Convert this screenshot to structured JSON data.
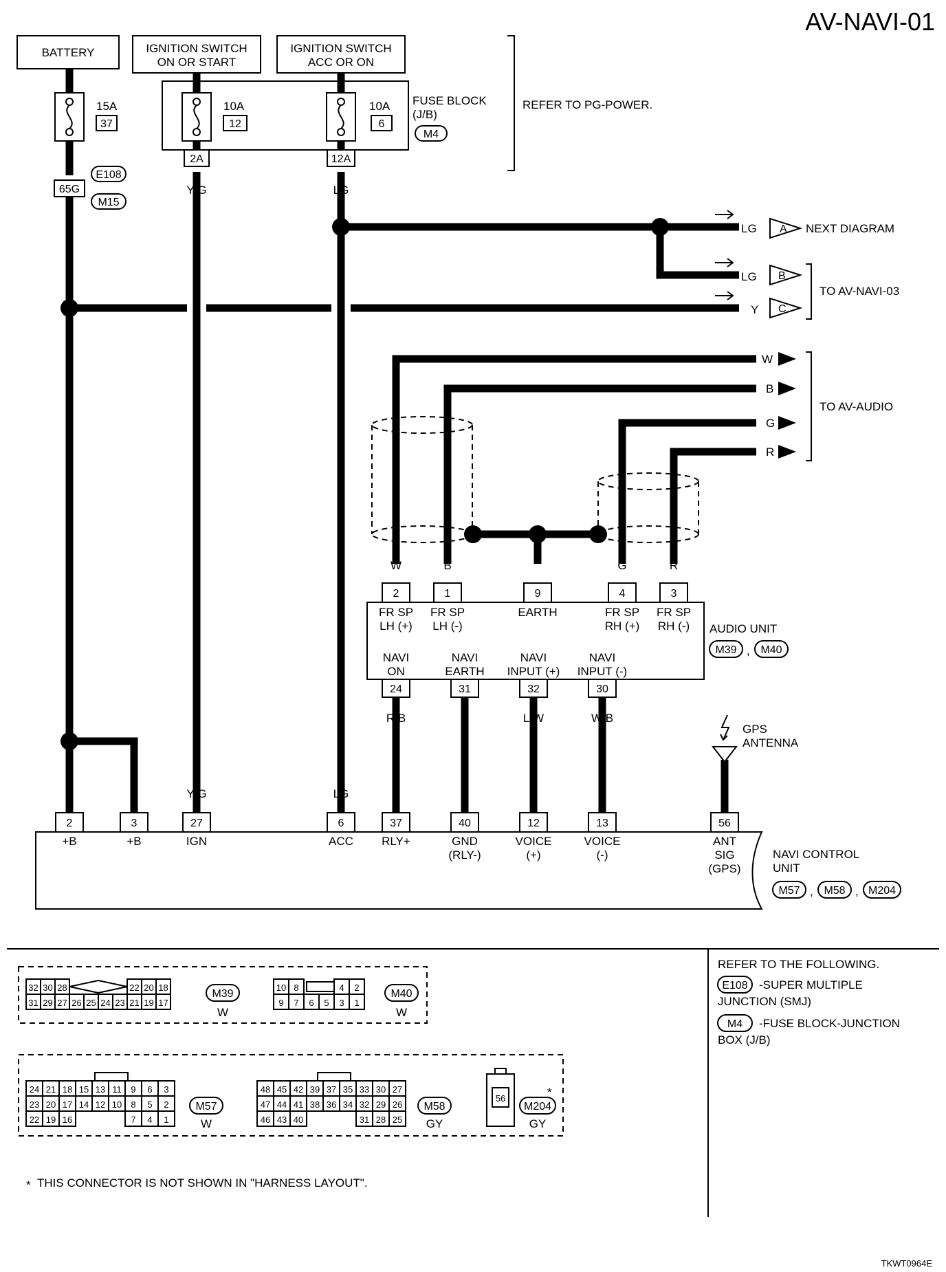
{
  "header": {
    "title": "AV-NAVI-01"
  },
  "power": {
    "battery": "BATTERY",
    "ign_on_1": "IGNITION SWITCH",
    "ign_on_2": "ON OR START",
    "ign_acc_1": "IGNITION SWITCH",
    "ign_acc_2": "ACC OR ON",
    "refer": "REFER TO PG-POWER."
  },
  "fuses": [
    {
      "amps": "15A",
      "num": "37"
    },
    {
      "amps": "10A",
      "num": "12"
    },
    {
      "amps": "10A",
      "num": "6"
    }
  ],
  "fuse_block": {
    "line1": "FUSE BLOCK",
    "line2": "(J/B)",
    "conn": "M4",
    "term_ign": "2A",
    "term_acc": "12A"
  },
  "smj": {
    "conn_a": "E108",
    "conn_b": "M15",
    "term": "65G"
  },
  "wires": {
    "y": "Y",
    "yg": "Y/G",
    "lg": "LG",
    "w": "W",
    "b": "B",
    "g": "G",
    "r": "R",
    "rb": "R/B",
    "lw": "L/W",
    "wb": "W/B"
  },
  "refs": {
    "a": "A",
    "b": "B",
    "c": "C",
    "next_diagram": "NEXT DIAGRAM",
    "to_navi03": "TO AV-NAVI-03",
    "to_audio": "TO AV-AUDIO"
  },
  "audio_unit": {
    "label": "AUDIO UNIT",
    "conn_1": "M39",
    "sep": ",",
    "conn_2": "M40",
    "top_terms": [
      {
        "num": "2",
        "l1": "FR SP",
        "l2": "LH (+)"
      },
      {
        "num": "1",
        "l1": "FR SP",
        "l2": "LH (-)"
      },
      {
        "num": "9",
        "l1": "EARTH",
        "l2": ""
      },
      {
        "num": "4",
        "l1": "FR SP",
        "l2": "RH (+)"
      },
      {
        "num": "3",
        "l1": "FR SP",
        "l2": "RH (-)"
      }
    ],
    "bottom_terms": [
      {
        "num": "24",
        "l1": "NAVI",
        "l2": "ON"
      },
      {
        "num": "31",
        "l1": "NAVI",
        "l2": "EARTH"
      },
      {
        "num": "32",
        "l1": "NAVI",
        "l2": "INPUT (+)"
      },
      {
        "num": "30",
        "l1": "NAVI",
        "l2": "INPUT (-)"
      }
    ]
  },
  "gps": {
    "line1": "GPS",
    "line2": "ANTENNA"
  },
  "navi_unit": {
    "label_1": "NAVI CONTROL",
    "label_2": "UNIT",
    "conn_1": "M57",
    "conn_2": "M58",
    "conn_3": "M204",
    "sep": ",",
    "terms": [
      {
        "num": "2",
        "l1": "+B",
        "l2": "",
        "l3": ""
      },
      {
        "num": "3",
        "l1": "+B",
        "l2": "",
        "l3": ""
      },
      {
        "num": "27",
        "l1": "IGN",
        "l2": "",
        "l3": ""
      },
      {
        "num": "6",
        "l1": "ACC",
        "l2": "",
        "l3": ""
      },
      {
        "num": "37",
        "l1": "RLY+",
        "l2": "",
        "l3": ""
      },
      {
        "num": "40",
        "l1": "GND",
        "l2": "(RLY-)",
        "l3": ""
      },
      {
        "num": "12",
        "l1": "VOICE",
        "l2": "(+)",
        "l3": ""
      },
      {
        "num": "13",
        "l1": "VOICE",
        "l2": "(-)",
        "l3": ""
      },
      {
        "num": "56",
        "l1": "ANT",
        "l2": "SIG",
        "l3": "(GPS)"
      }
    ]
  },
  "legend": {
    "refer_following": "REFER TO THE FOLLOWING.",
    "e108": "E108",
    "e108_desc_1": "-SUPER MULTIPLE",
    "e108_desc_2": "JUNCTION (SMJ)",
    "m4": "M4",
    "m4_desc_1": "-FUSE BLOCK-JUNCTION",
    "m4_desc_2": "BOX (J/B)",
    "note": "THIS CONNECTOR IS NOT SHOWN IN \"HARNESS LAYOUT\".",
    "star": "*",
    "code": "TKWT0964E"
  },
  "connectors": {
    "m39": {
      "name": "M39",
      "color": "W",
      "row1": [
        "32",
        "30",
        "28",
        "",
        "",
        "",
        "",
        "22",
        "20",
        "18"
      ],
      "row2": [
        "31",
        "29",
        "27",
        "26",
        "25",
        "24",
        "23",
        "21",
        "19",
        "17"
      ]
    },
    "m40": {
      "name": "M40",
      "color": "W",
      "row1": [
        "10",
        "8",
        "",
        "",
        "4",
        "2"
      ],
      "row2": [
        "9",
        "7",
        "6",
        "5",
        "3",
        "1"
      ]
    },
    "m57": {
      "name": "M57",
      "color": "W",
      "row1": [
        "24",
        "21",
        "18",
        "15",
        "13",
        "11",
        "9",
        "6",
        "3"
      ],
      "row2": [
        "23",
        "20",
        "17",
        "14",
        "12",
        "10",
        "8",
        "5",
        "2"
      ],
      "row3": [
        "22",
        "19",
        "16",
        "",
        "",
        "",
        "7",
        "4",
        "1"
      ]
    },
    "m58": {
      "name": "M58",
      "color": "GY",
      "row1": [
        "48",
        "45",
        "42",
        "39",
        "37",
        "35",
        "33",
        "30",
        "27"
      ],
      "row2": [
        "47",
        "44",
        "41",
        "38",
        "36",
        "34",
        "32",
        "29",
        "26"
      ],
      "row3": [
        "46",
        "43",
        "40",
        "",
        "",
        "",
        "31",
        "28",
        "25"
      ]
    },
    "m204": {
      "name": "M204",
      "color": "GY",
      "pin": "56"
    }
  }
}
